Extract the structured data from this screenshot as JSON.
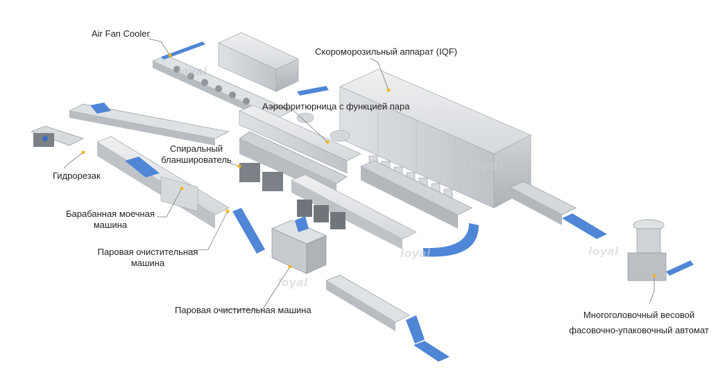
{
  "labels": {
    "air_fan_cooler": "Air Fan Cooler",
    "iqf": "Скороморозильный аппарат (IQF)",
    "air_fryer": "Аэрофритюрница с функцией пара",
    "spiral_blancher_line1": "Спиральный",
    "spiral_blancher_line2": "бланширователь",
    "hydro_cutter": "Гидрорезак",
    "drum_washer_line1": "Барабанная моечная",
    "drum_washer_line2": "машина",
    "steam_peeler_line1": "Паровая очистительная",
    "steam_peeler_line2": "машина",
    "steam_peeler_bottom": "Паровая очистительная машина",
    "weigher_line1": "Многоголовочный весовой",
    "weigher_line2": "фасовочно-упаковочный автомат"
  },
  "watermark": "loyal",
  "colors": {
    "steel_light": "#e6e8ea",
    "steel_mid": "#c9ccd0",
    "steel_dark": "#9da2a8",
    "belt_blue": "#4f86d6",
    "leader": "#777777",
    "dot": "#f2b21c"
  }
}
